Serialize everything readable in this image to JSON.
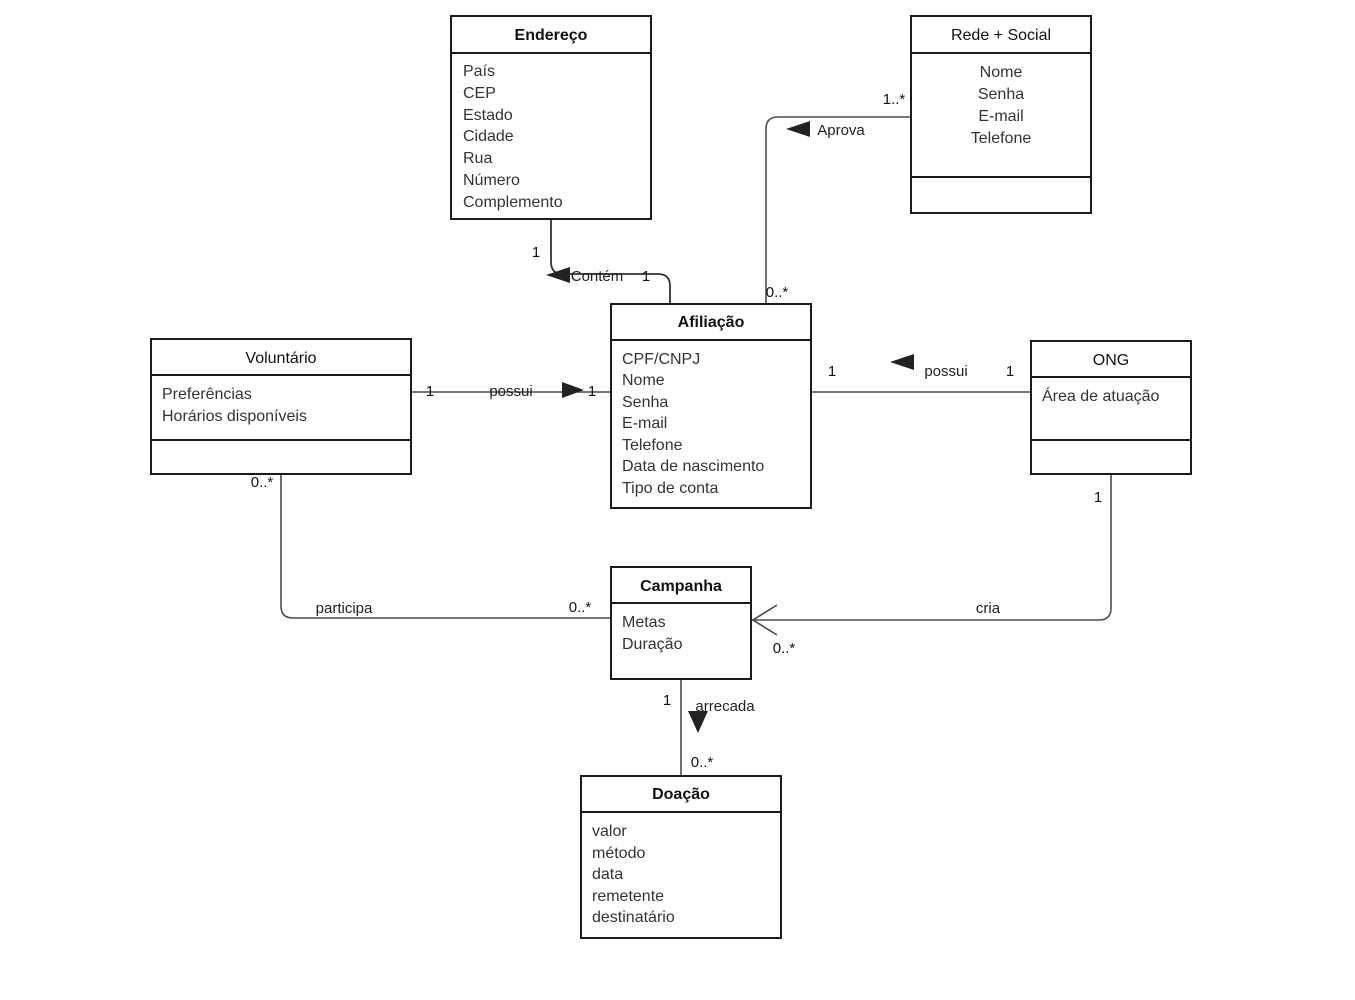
{
  "diagram": {
    "kind": "uml-class-diagram",
    "title": "",
    "background_color": "#ffffff",
    "line_color": "#4d4d4d",
    "box_border_color": "#1a1a1a",
    "text_color": "#333333"
  },
  "classes": [
    {
      "id": "endereco",
      "name": "Endereço",
      "title_bold": true,
      "title_align": "center",
      "attrs_align": "left",
      "attributes": [
        "País",
        "CEP",
        "Estado",
        "Cidade",
        "Rua",
        "Número",
        "Complemento"
      ],
      "has_empty_compartment": false
    },
    {
      "id": "rede-social",
      "name": "Rede + Social",
      "title_bold": false,
      "title_align": "center",
      "attrs_align": "center",
      "attributes": [
        "Nome",
        "Senha",
        "E-mail",
        "Telefone"
      ],
      "has_empty_compartment": true
    },
    {
      "id": "afiliacao",
      "name": "Afiliação",
      "title_bold": true,
      "title_align": "center",
      "attrs_align": "left",
      "attributes": [
        "CPF/CNPJ",
        "Nome",
        "Senha",
        "E-mail",
        "Telefone",
        "Data de nascimento",
        "Tipo de conta"
      ],
      "has_empty_compartment": false
    },
    {
      "id": "voluntario",
      "name": "Voluntário",
      "title_bold": false,
      "title_align": "center",
      "attrs_align": "left",
      "attributes": [
        "Preferências",
        "Horários disponíveis"
      ],
      "has_empty_compartment": true
    },
    {
      "id": "ong",
      "name": "ONG",
      "title_bold": false,
      "title_align": "center",
      "attrs_align": "left",
      "attributes": [
        "Área de atuação"
      ],
      "has_empty_compartment": true
    },
    {
      "id": "campanha",
      "name": "Campanha",
      "title_bold": true,
      "title_align": "center",
      "attrs_align": "left",
      "attributes": [
        "Metas",
        "Duração"
      ],
      "has_empty_compartment": false
    },
    {
      "id": "doacao",
      "name": "Doação",
      "title_bold": true,
      "title_align": "center",
      "attrs_align": "left",
      "attributes": [
        "valor",
        "método",
        "data",
        "remetente",
        "destinatário"
      ],
      "has_empty_compartment": false
    }
  ],
  "relations": [
    {
      "id": "contem",
      "label": "Contém",
      "source": "endereco",
      "target": "afiliacao",
      "source_multiplicity": "1",
      "target_multiplicity": "1",
      "marker": "solid-triangle-left"
    },
    {
      "id": "aprova",
      "label": "Aprova",
      "source": "afiliacao",
      "target": "rede-social",
      "source_multiplicity": "0..*",
      "target_multiplicity": "1..*",
      "marker": "solid-triangle-left"
    },
    {
      "id": "possui-voluntario",
      "label": "possui",
      "source": "voluntario",
      "target": "afiliacao",
      "source_multiplicity": "1",
      "target_multiplicity": "1",
      "marker": "solid-triangle-right"
    },
    {
      "id": "possui-ong",
      "label": "possui",
      "source": "afiliacao",
      "target": "ong",
      "source_multiplicity": "1",
      "target_multiplicity": "1",
      "marker": "solid-triangle-left"
    },
    {
      "id": "participa",
      "label": "participa",
      "source": "voluntario",
      "target": "campanha",
      "source_multiplicity": "0..*",
      "target_multiplicity": "0..*",
      "marker": "none"
    },
    {
      "id": "cria",
      "label": "cria",
      "source": "ong",
      "target": "campanha",
      "source_multiplicity": "1",
      "target_multiplicity": "0..*",
      "marker": "open-arrow-left"
    },
    {
      "id": "arrecada",
      "label": "arrecada",
      "source": "campanha",
      "target": "doacao",
      "source_multiplicity": "1",
      "target_multiplicity": "0..*",
      "marker": "solid-triangle-down"
    }
  ]
}
